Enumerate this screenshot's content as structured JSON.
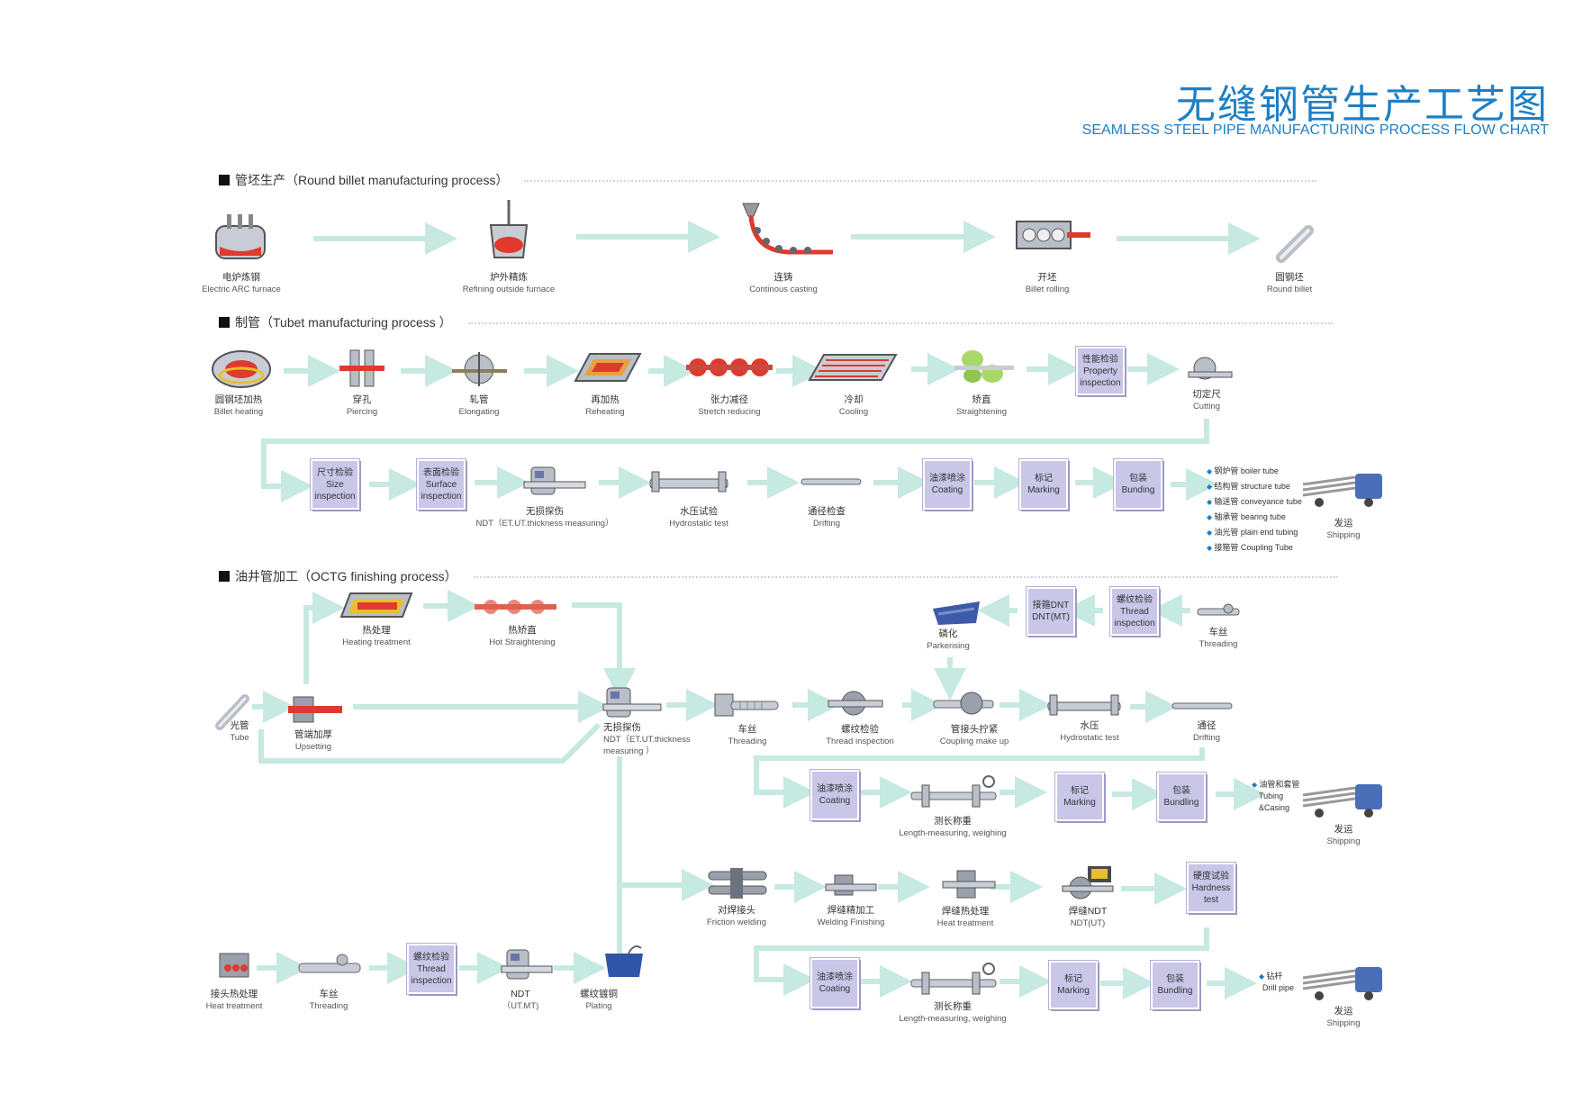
{
  "title": {
    "cn": "无缝钢管生产工艺图",
    "en": "SEAMLESS STEEL PIPE MANUFACTURING PROCESS FLOW CHART"
  },
  "sections": {
    "billet": "管坯生产（Round billet manufacturing process）",
    "tube": "制管（Tubet manufacturing process ）",
    "octg": "油井管加工（OCTG finishing process）"
  },
  "billet_steps": [
    {
      "cn": "电炉炼钢",
      "en": "Electric ARC furnace"
    },
    {
      "cn": "炉外精炼",
      "en": "Refining outside furnace"
    },
    {
      "cn": "连铸",
      "en": "Continous casting"
    },
    {
      "cn": "开坯",
      "en": "Billet rolling"
    },
    {
      "cn": "圆钢坯",
      "en": "Round billet"
    }
  ],
  "tube_steps": [
    {
      "cn": "圆钢坯加热",
      "en": "Billet heating"
    },
    {
      "cn": "穿孔",
      "en": "Piercing"
    },
    {
      "cn": "轧管",
      "en": "Elongating"
    },
    {
      "cn": "再加热",
      "en": "Reheating"
    },
    {
      "cn": "张力减径",
      "en": "Stretch reducing"
    },
    {
      "cn": "冷却",
      "en": "Cooling"
    },
    {
      "cn": "矫直",
      "en": "Straightening"
    },
    {
      "cn": "切定尺",
      "en": "Cutting"
    }
  ],
  "tube_box_property": {
    "cn": "性能检验",
    "en1": "Property",
    "en2": "inspection"
  },
  "tube_row2": {
    "size": {
      "cn": "尺寸检验",
      "en1": "Size",
      "en2": "inspection"
    },
    "surface": {
      "cn": "表面检验",
      "en1": "Surface",
      "en2": "inspection"
    },
    "ndt": {
      "cn": "无损探伤",
      "en": "NDT（ET.UT.thickness measuring）"
    },
    "hydro": {
      "cn": "水压试验",
      "en": "Hydrostatic test"
    },
    "drift": {
      "cn": "通径检查",
      "en": "Drifting"
    },
    "coating": {
      "cn": "油漆喷涂",
      "en": "Coating"
    },
    "marking": {
      "cn": "标记",
      "en": "Marking"
    },
    "bundling": {
      "cn": "包装",
      "en": "Bunding"
    },
    "shipping": {
      "cn": "发运",
      "en": "Shipping"
    }
  },
  "products": [
    "钢炉管 boiler tube",
    "结构管 structure tube",
    "输送管 conveyance tube",
    "轴承管 bearing tube",
    "油光管 plain end tubing",
    "接箍管 Coupling Tube"
  ],
  "octg": {
    "heat_treat": {
      "cn": "热处理",
      "en": "Heating treatment"
    },
    "hot_straight": {
      "cn": "热矫直",
      "en": "Hot Straightening"
    },
    "parkerising": {
      "cn": "磷化",
      "en": "Parkerising"
    },
    "coupling_ndt": {
      "cn": "接箍DNT",
      "en": "DNT(MT)"
    },
    "thread_insp_top": {
      "cn": "螺纹检验",
      "en1": "Thread",
      "en2": "inspection"
    },
    "threading_top": {
      "cn": "车丝",
      "en": "Threading"
    },
    "tube": {
      "cn": "光管",
      "en": "Tube"
    },
    "upsetting": {
      "cn": "管端加厚",
      "en": "Upsetting"
    },
    "ndt": {
      "cn": "无损探伤",
      "en1": "NDT（ET.UT.thickness",
      "en2": "measuring ）"
    },
    "threading": {
      "cn": "车丝",
      "en": "Threading"
    },
    "thread_insp": {
      "cn": "螺纹检验",
      "en": "Thread inspection"
    },
    "coupling_make": {
      "cn": "管接头拧紧",
      "en": "Coupling make up"
    },
    "hydro": {
      "cn": "水压",
      "en": "Hydrostatic test"
    },
    "drift": {
      "cn": "通径",
      "en": "Drifting"
    },
    "coating1": {
      "cn": "油漆喷涂",
      "en": "Coating"
    },
    "length1": {
      "cn": "测长称重",
      "en": "Length-measuring, weighing"
    },
    "marking1": {
      "cn": "标记",
      "en": "Marking"
    },
    "bundling1": {
      "cn": "包装",
      "en": "Bundling"
    },
    "tubing_label": {
      "l1": "油管和套管",
      "l2": "Tubing",
      "l3": "&Casing"
    },
    "shipping1": {
      "cn": "发运",
      "en": "Shipping"
    },
    "friction": {
      "cn": "对焊接头",
      "en": "Friction welding"
    },
    "weld_finish": {
      "cn": "焊缝精加工",
      "en": "Welding Finishing"
    },
    "weld_heat": {
      "cn": "焊缝热处理",
      "en": "Heat treatment"
    },
    "weld_ndt": {
      "cn": "焊缝NDT",
      "en": "NDT(UT)"
    },
    "hardness": {
      "cn": "硬度试验",
      "en1": "Hardness",
      "en2": "test"
    },
    "coating2": {
      "cn": "油漆喷涂",
      "en": "Coating"
    },
    "length2": {
      "cn": "测长称重",
      "en": "Length-measuring, weighing"
    },
    "marking2": {
      "cn": "标记",
      "en": "Marking"
    },
    "bundling2": {
      "cn": "包装",
      "en": "Bundling"
    },
    "drill_label": {
      "cn": "钻杆",
      "en": "Drill pipe"
    },
    "shipping2": {
      "cn": "发运",
      "en": "Shipping"
    },
    "coup_heat": {
      "cn": "接头热处理",
      "en": "Heat treatment"
    },
    "coup_thread": {
      "cn": "车丝",
      "en": "Threading"
    },
    "coup_thread_insp": {
      "cn": "螺纹检验",
      "en1": "Thread",
      "en2": "inspection"
    },
    "coup_ndt": {
      "cn": "NDT",
      "en": "（UT.MT)"
    },
    "plating": {
      "cn": "螺纹镀铜",
      "en": "Plating"
    }
  },
  "colors": {
    "title": "#1e7fc4",
    "arrow": "#c6e9e1",
    "box": "#c9c6e8",
    "red": "#e0392e"
  }
}
